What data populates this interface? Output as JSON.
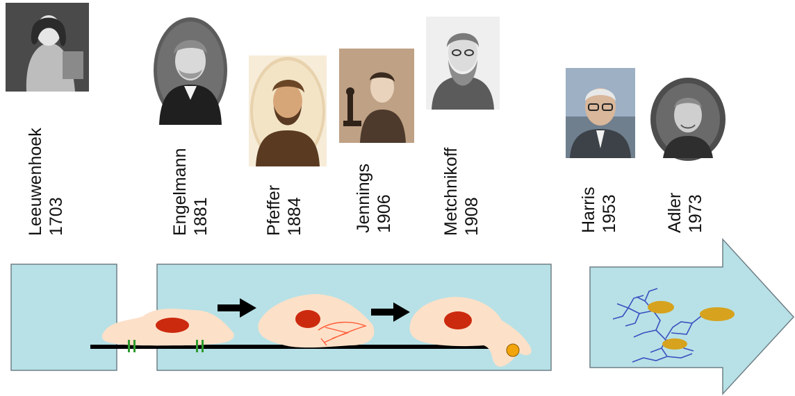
{
  "scientists": [
    {
      "name": "Leeuwenhoek",
      "year": "1703"
    },
    {
      "name": "Engelmann",
      "year": "1881"
    },
    {
      "name": "Pfeffer",
      "year": "1884"
    },
    {
      "name": "Jennings",
      "year": "1906"
    },
    {
      "name": "Metchnikoff",
      "year": "1908"
    },
    {
      "name": "Harris",
      "year": "1953"
    },
    {
      "name": "Adler",
      "year": "1973"
    }
  ],
  "colors": {
    "panel_fill": "#b7e1e6",
    "panel_stroke": "#6f7f86",
    "cell_fill": "#fde0c8",
    "nucleus": "#cc2a0e",
    "track": "#000000",
    "adhesion": "#2e9b2e",
    "arrow": "#000000",
    "receptor": "#3a4fc0",
    "bacterium": "#d7a21e",
    "particle": "#f2a40d"
  }
}
